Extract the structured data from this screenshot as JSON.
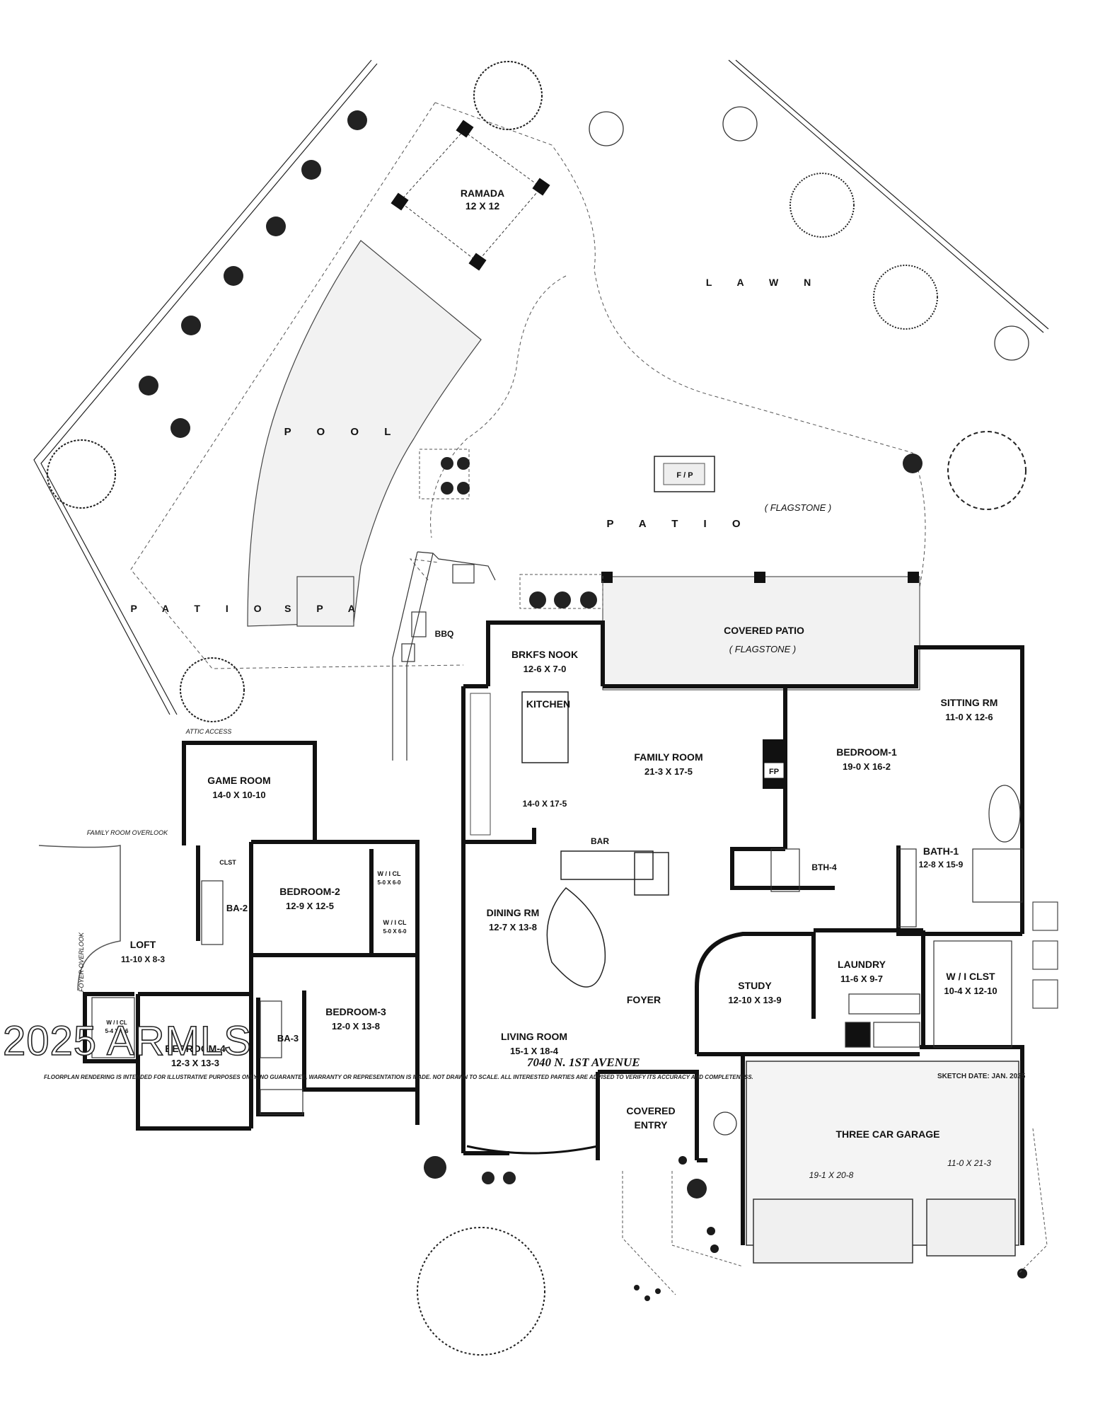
{
  "rooms": {
    "ramada": {
      "name": "RAMADA",
      "dims": "12  X  12"
    },
    "lawn": {
      "name": "L A W N"
    },
    "pool": {
      "name": "P O O L"
    },
    "spa": {
      "name": "S P A"
    },
    "patio_left": {
      "name": "P A T I O"
    },
    "patio_main": {
      "name": "P A T I O",
      "note": "( FLAGSTONE )"
    },
    "fireplace_outdoor": {
      "name": "F / P"
    },
    "bbq": {
      "name": "BBQ"
    },
    "covered_patio": {
      "name": "COVERED PATIO",
      "note": "( FLAGSTONE )"
    },
    "brkfs_nook": {
      "name": "BRKFS NOOK",
      "dims": "12-6  X  7-0"
    },
    "kitchen": {
      "name": "KITCHEN",
      "dims": "14-0 X 17-5"
    },
    "family_room": {
      "name": "FAMILY ROOM",
      "dims": "21-3  X  17-5"
    },
    "fp": {
      "name": "FP"
    },
    "bedroom_1": {
      "name": "BEDROOM-1",
      "dims": "19-0  X  16-2"
    },
    "sitting_rm": {
      "name": "SITTING RM",
      "dims": "11-0 X 12-6"
    },
    "bath_1": {
      "name": "BATH-1",
      "dims": "12-8 X 15-9"
    },
    "bth_4": {
      "name": "BTH-4"
    },
    "bar": {
      "name": "BAR"
    },
    "dining_rm": {
      "name": "DINING RM",
      "dims": "12-7 X 13-8"
    },
    "living_room": {
      "name": "LIVING ROOM",
      "dims": "15-1  X  18-4"
    },
    "foyer": {
      "name": "FOYER"
    },
    "covered_entry": {
      "name": "COVERED",
      "name2": "ENTRY"
    },
    "study": {
      "name": "STUDY",
      "dims": "12-10 X 13-9"
    },
    "laundry": {
      "name": "LAUNDRY",
      "dims": "11-6 X 9-7"
    },
    "wi_clst": {
      "name": "W / I  CLST",
      "dims": "10-4 X 12-10"
    },
    "garage": {
      "name": "THREE CAR GARAGE",
      "dims_a": "19-1  X  20-8",
      "dims_b": "11-0 X 21-3"
    },
    "game_room": {
      "name": "GAME ROOM",
      "dims": "14-0  X  10-10"
    },
    "bedroom_2": {
      "name": "BEDROOM-2",
      "dims": "12-9  X  12-5"
    },
    "clst": {
      "name": "CLST"
    },
    "wi_cl_b2": {
      "name": "W / I  CL",
      "dims": "5-0 X 6-0"
    },
    "wi_cl_b3": {
      "name": "W / I  CL",
      "dims": "5-0 X 6-0"
    },
    "ba_2": {
      "name": "BA-2"
    },
    "loft": {
      "name": "LOFT",
      "dims": "11-10  X  8-3"
    },
    "bedroom_3": {
      "name": "BEDROOM-3",
      "dims": "12-0  X  13-8"
    },
    "ba_3": {
      "name": "BA-3"
    },
    "bedroom_4": {
      "name": "BEDROOM-4",
      "dims": "12-3  X  13-3"
    },
    "wi_cl_b4": {
      "name": "W / I  CL",
      "dims": "5-4 X 7-6"
    }
  },
  "notes": {
    "attic_access": "ATTIC ACCESS",
    "family_room_overlook": "FAMILY ROOM OVERLOOK",
    "foyer_overlook": "FOYER OVERLOOK"
  },
  "footer": {
    "watermark": "2025 ARMLS",
    "address": "7040 N. 1ST AVENUE",
    "disclaimer": "FLOORPLAN RENDERING IS INTENDED FOR ILLUSTRATIVE PURPOSES ONLY.  NO GUARANTEE, WARRANTY OR REPRESENTATION IS MADE.  NOT DRAWN TO SCALE.  ALL INTERESTED PARTIES ARE ADVISED TO VERIFY ITS ACCURACY AND COMPLETENESS.",
    "sketch_date": "SKETCH DATE:  JAN. 2025"
  }
}
